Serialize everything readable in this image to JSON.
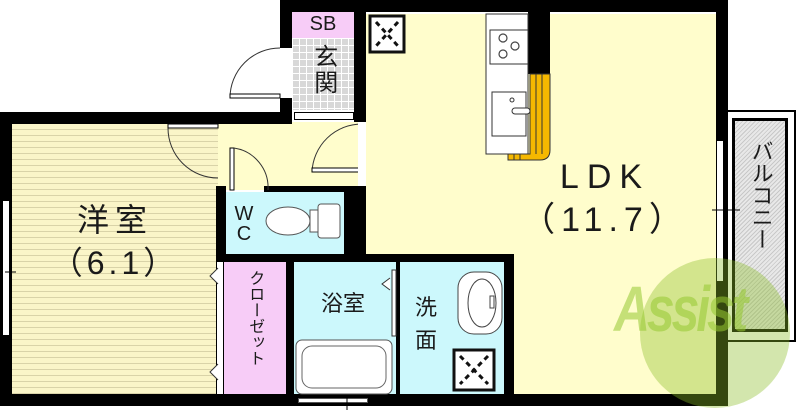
{
  "floorplan": {
    "rooms": {
      "western_room": {
        "name": "洋室",
        "size": "（6.1）"
      },
      "ldk": {
        "name": "LDK",
        "size": "（11.7）"
      },
      "entrance": {
        "name": "玄関"
      },
      "shoe_box": {
        "name": "SB"
      },
      "wc": {
        "name": "WC",
        "line1": "W",
        "line2": "C"
      },
      "closet": {
        "name": "クローゼット"
      },
      "bathroom": {
        "name": "浴室"
      },
      "washroom": {
        "name": "洗面",
        "line1": "洗",
        "line2": "面"
      },
      "balcony": {
        "name": "バルコニー"
      }
    },
    "watermark": {
      "text": "Assist"
    },
    "colors": {
      "wall": "#000000",
      "ldk_floor": "#FFFDCC",
      "western_floor": "#FAF5C8",
      "wet_area": "#CCF8FC",
      "closet": "#F7CCF7",
      "entrance_tile": "#D4D4D4",
      "kitchen_counter": "#F5B800",
      "watermark_green": "#9CC73A"
    }
  }
}
